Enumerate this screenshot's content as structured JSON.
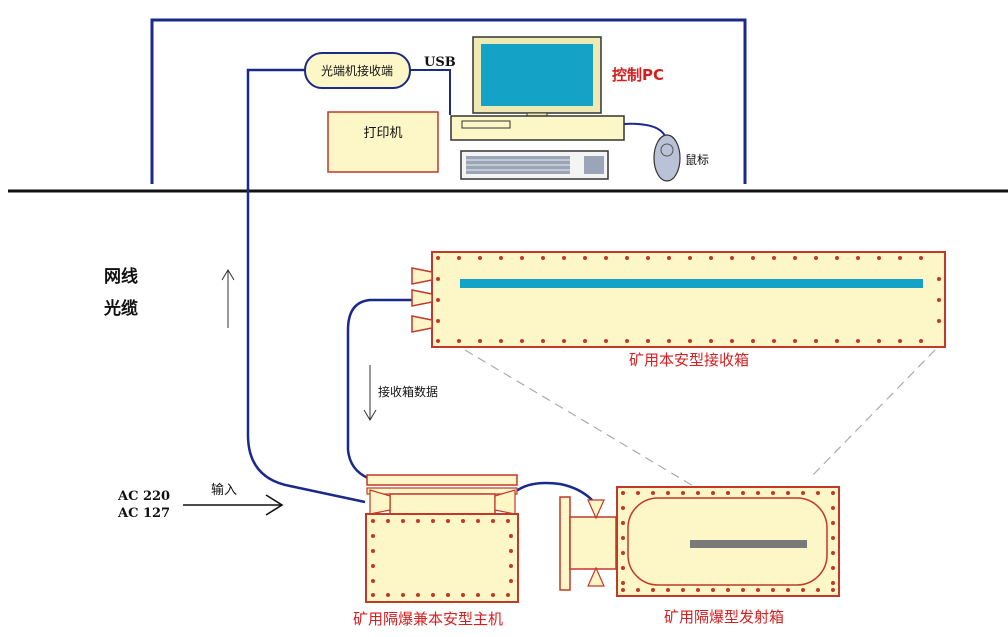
{
  "control_room": {
    "fiber_receiver_label": "光端机接收端",
    "usb_label": "USB",
    "pc_label": "控制PC",
    "printer_label": "打印机",
    "mouse_label": "鼠标"
  },
  "cable": {
    "line1": "网线",
    "line2": "光缆"
  },
  "receiver_box": {
    "label": "矿用本安型接收箱",
    "data_label": "接收箱数据"
  },
  "host": {
    "label": "矿用隔爆兼本安型主机",
    "input_label": "输入",
    "power_line1": "AC 220",
    "power_line2": "AC 127"
  },
  "transmitter_box": {
    "label": "矿用隔爆型发射箱"
  },
  "colors": {
    "box_fill": "#fdf6c6",
    "box_stroke": "#c0392b",
    "rivet": "#c0392b",
    "cable": "#1a2a8a",
    "label_red": "#d42020",
    "screen": "#14a3c7"
  }
}
